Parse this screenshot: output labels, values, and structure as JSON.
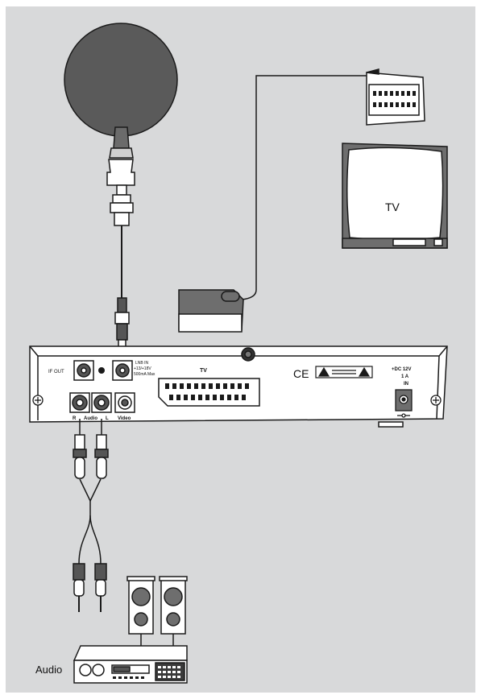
{
  "colors": {
    "background": "#d8d9da",
    "device": "#ffffff",
    "dark": "#5a5a5a",
    "stroke": "#1a1a1a"
  },
  "receiver": {
    "if_out_label": "IF OUT",
    "lnb_label_1": "LNB IN",
    "lnb_label_2": "+13/+18V",
    "lnb_label_3": "500mA Max",
    "tv_label": "TV",
    "ce_mark": "CE",
    "dc_label_1": "+DC 12V",
    "dc_label_2": "1 A",
    "dc_label_3": "IN",
    "audio_r": "R",
    "audio_label": "Audio",
    "audio_l": "L",
    "video_label": "Video"
  },
  "tv": {
    "screen_label": "TV"
  },
  "amplifier": {
    "label": "Audio"
  },
  "icons": [
    "satellite-dish-icon",
    "scart-plug-icon",
    "television-icon",
    "rca-plug-icon",
    "speaker-icon",
    "amplifier-icon"
  ]
}
